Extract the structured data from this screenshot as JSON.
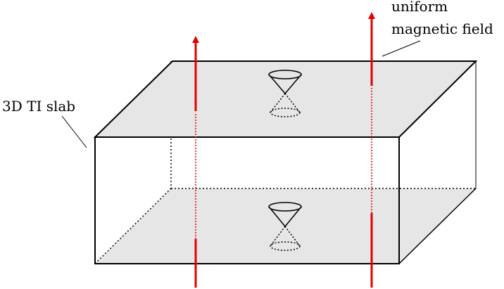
{
  "labels": {
    "slab": "3D TI slab",
    "field_line1": "uniform",
    "field_line2": "magnetic field"
  },
  "colors": {
    "field_arrow": "#e00000",
    "surface_fill": "#e6e6e6",
    "edge": "#000000"
  },
  "elements": {
    "top_surface": "shaded top surface",
    "bottom_surface": "shaded bottom surface",
    "dirac_cones": [
      "dirac-cone-top",
      "dirac-cone-bottom"
    ],
    "field_arrows": [
      "field-arrow-left",
      "field-arrow-right"
    ]
  }
}
